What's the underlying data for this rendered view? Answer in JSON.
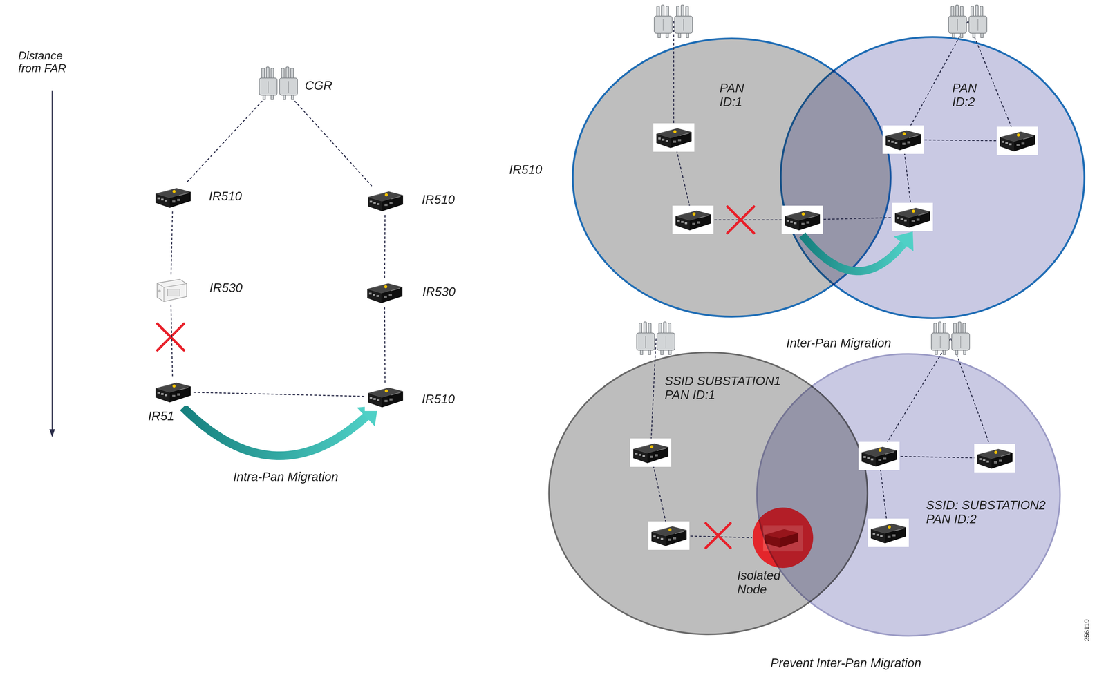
{
  "diagram": {
    "nodes": [
      {
        "text": [
          "CGR"
        ]
      },
      {
        "text": [
          "IR510"
        ]
      },
      {
        "text": [
          "IR510"
        ]
      },
      {
        "text": [
          "IR530"
        ]
      },
      {
        "text": [
          "IR530"
        ]
      },
      {
        "text": [
          "IR51"
        ]
      },
      {
        "text": [
          "IR510"
        ]
      },
      {
        "text": [
          "PAN ID:1"
        ]
      },
      {
        "text": [
          "PAN ID:2"
        ]
      },
      {
        "text": [
          "SSID SUBSTATION1 PAN ID:1"
        ]
      },
      {
        "text": [
          "SSID: SUBSTATION2 PAN ID:2"
        ]
      },
      {
        "text": [
          "Isolated Node"
        ],
        "in": 9
      }
    ],
    "edges": [
      {
        "from": 0,
        "to": 1,
        "arrow": "none"
      },
      {
        "from": 0,
        "to": 2,
        "arrow": "none"
      },
      {
        "from": 1,
        "to": 3,
        "arrow": "none"
      },
      {
        "from": 3,
        "to": 5,
        "arrow": "none"
      },
      {
        "from": 2,
        "to": 4,
        "arrow": "none"
      },
      {
        "from": 4,
        "to": 6,
        "arrow": "none"
      },
      {
        "from": 5,
        "to": 6,
        "arrow": "none"
      },
      {
        "from": 5,
        "to": 6,
        "arrow": "to"
      }
    ],
    "labels": [
      "Distance from FAR",
      "IR510",
      "Intra-Pan Migration",
      "Inter-Pan Migration",
      "Prevent Inter-Pan Migration",
      "256119"
    ]
  }
}
